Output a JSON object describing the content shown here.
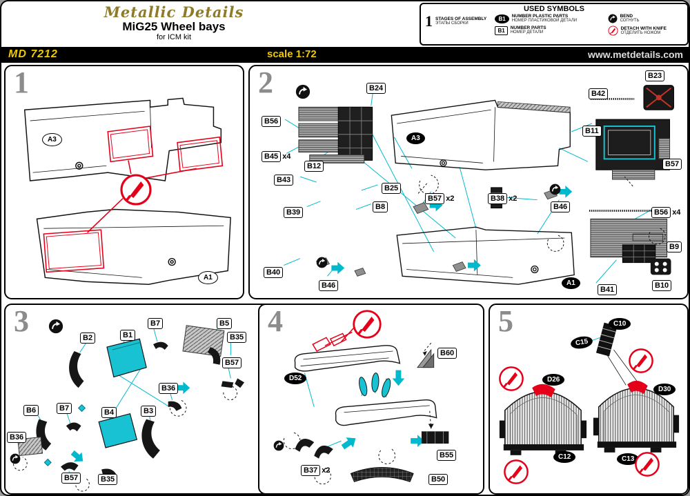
{
  "header": {
    "brand": "Metallic Details",
    "title": "MiG25 Wheel bays",
    "subtitle": "for ICM kit"
  },
  "legend": {
    "title": "USED SYMBOLS",
    "items": [
      {
        "symbol": "1",
        "label_en": "STAGES OF ASSEMBLY",
        "label_ru": "ЭТАПЫ СБОРКИ"
      },
      {
        "symbol": "B1",
        "label_en": "NUMBER PLASTIC PARTS",
        "label_ru": "НОМЕР ПЛАСТИКОВОЙ ДЕТАЛИ"
      },
      {
        "symbol": "B1",
        "label_en": "NUMBER PARTS",
        "label_ru": "НОМЕР ДЕТАЛИ"
      },
      {
        "symbol": "bend-icon",
        "label_en": "BEND",
        "label_ru": "СОГНУТЬ"
      },
      {
        "symbol": "knife-icon",
        "label_en": "DETACH WITH KNIFE",
        "label_ru": "ОТДЕЛИТЬ НОЖОМ"
      }
    ]
  },
  "bar": {
    "code": "MD 7212",
    "scale": "scale 1:72",
    "website": "www.metdetails.com"
  },
  "stages": {
    "s1": {
      "number": "1",
      "ovals": [
        {
          "text": "A3"
        },
        {
          "text": "A1"
        }
      ]
    },
    "s2": {
      "number": "2",
      "ovals": [
        {
          "text": "A3"
        },
        {
          "text": "A1"
        }
      ],
      "boxes": [
        {
          "text": "B24"
        },
        {
          "text": "B56"
        },
        {
          "text": "B45",
          "qty": "x4"
        },
        {
          "text": "B12"
        },
        {
          "text": "B43"
        },
        {
          "text": "B25"
        },
        {
          "text": "B39"
        },
        {
          "text": "B8"
        },
        {
          "text": "B57",
          "qty": "x2"
        },
        {
          "text": "B38",
          "qty": "x2"
        },
        {
          "text": "B40"
        },
        {
          "text": "B46"
        },
        {
          "text": "B42"
        },
        {
          "text": "B23"
        },
        {
          "text": "B11"
        },
        {
          "text": "B57"
        },
        {
          "text": "B46"
        },
        {
          "text": "B56",
          "qty": "x4"
        },
        {
          "text": "B9"
        },
        {
          "text": "B41"
        },
        {
          "text": "B10"
        }
      ]
    },
    "s3": {
      "number": "3",
      "boxes": [
        {
          "text": "B2"
        },
        {
          "text": "B1"
        },
        {
          "text": "B7"
        },
        {
          "text": "B5"
        },
        {
          "text": "B35"
        },
        {
          "text": "B57"
        },
        {
          "text": "B36"
        },
        {
          "text": "B6"
        },
        {
          "text": "B7"
        },
        {
          "text": "B4"
        },
        {
          "text": "B3"
        },
        {
          "text": "B36"
        },
        {
          "text": "B57"
        },
        {
          "text": "B35"
        }
      ]
    },
    "s4": {
      "number": "4",
      "ovals": [
        {
          "text": "D52"
        }
      ],
      "boxes": [
        {
          "text": "B60"
        },
        {
          "text": "B55"
        },
        {
          "text": "B37",
          "qty": "x2"
        },
        {
          "text": "B50"
        }
      ]
    },
    "s5": {
      "number": "5",
      "ovals": [
        {
          "text": "C10"
        },
        {
          "text": "C15"
        },
        {
          "text": "D26"
        },
        {
          "text": "D30"
        },
        {
          "text": "C12"
        },
        {
          "text": "C13"
        }
      ]
    }
  },
  "colors": {
    "accent_yellow": "#eec900",
    "line_cyan": "#00b9cc",
    "mark_red": "#e30018"
  }
}
